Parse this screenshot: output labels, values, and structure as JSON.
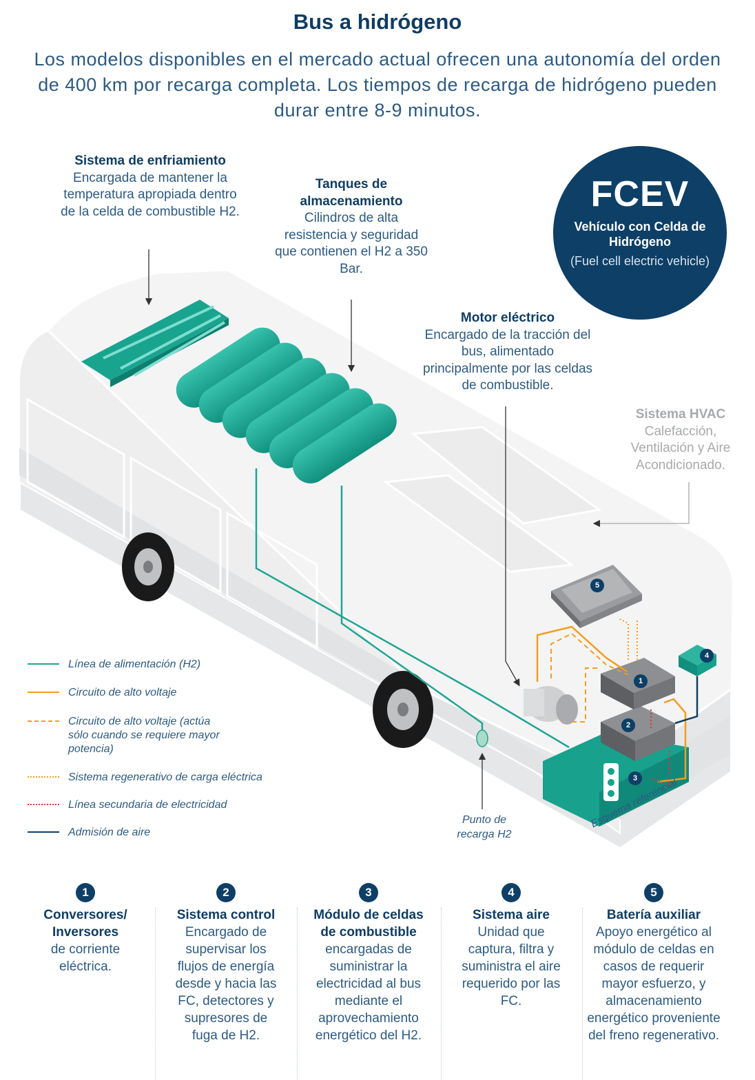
{
  "header": {
    "title": "Bus a hidrógeno",
    "intro": "Los modelos disponibles en el mercado actual ofrecen una autonomía del orden de 400 km por recarga completa. Los tiempos de recarga de hidrógeno pueden durar entre 8-9 minutos."
  },
  "badge": {
    "abbr": "FCEV",
    "name": "Vehículo con Celda de Hidrógeno",
    "english": "(Fuel cell electric vehicle)",
    "color": "#0e3f66"
  },
  "callouts": {
    "cooling": {
      "title": "Sistema de enfriamiento",
      "text": "Encargada de mantener la temperatura apropiada dentro de la celda de combustible H2."
    },
    "tanks": {
      "title": "Tanques de almacenamiento",
      "text": "Cilindros de alta resistencia y seguridad que contienen el H2 a 350 Bar."
    },
    "motor": {
      "title": "Motor eléctrico",
      "text": "Encargado de la tracción del bus, alimentado principalmente por las celdas de combustible."
    },
    "hvac": {
      "title": "Sistema HVAC",
      "text": "Calefacción, Ventilación y Aire Acondicionado."
    },
    "charge_point": "Punto de recarga H2",
    "schema_note": "Esquema referencial"
  },
  "diagram_markers": [
    "1",
    "2",
    "3",
    "4",
    "5"
  ],
  "legend": [
    {
      "label": "Línea de alimentación (H2)",
      "color": "#1fa593",
      "style": "solid"
    },
    {
      "label": "Circuito de alto voltaje",
      "color": "#f39c1f",
      "style": "solid"
    },
    {
      "label": "Circuito de alto voltaje (actúa sólo cuando se requiere mayor potencia)",
      "color": "#f39c1f",
      "style": "dashed"
    },
    {
      "label": "Sistema regenerativo de carga eléctrica",
      "color": "#f39c1f",
      "style": "dotted"
    },
    {
      "label": "Línea secundaria de electricidad",
      "color": "#e0313a",
      "style": "dotted"
    },
    {
      "label": "Admisión de aire",
      "color": "#0e3f66",
      "style": "solid"
    }
  ],
  "components": [
    {
      "num": "1",
      "title": "Conversores/ Inversores",
      "text": "de corriente eléctrica."
    },
    {
      "num": "2",
      "title": "Sistema control",
      "text": "Encargado de supervisar los flujos de energía desde y hacia las FC, detectores y supresores de fuga de H2."
    },
    {
      "num": "3",
      "title": "Módulo de celdas de combustible",
      "text": "encargadas de suministrar la electricidad al bus mediante el aprovechamiento energético del H2."
    },
    {
      "num": "4",
      "title": "Sistema aire",
      "text": "Unidad que captura, filtra y suministra el aire requerido por las FC."
    },
    {
      "num": "5",
      "title": "Batería auxiliar",
      "text": "Apoyo energético al módulo de celdas en casos de requerir mayor esfuerzo, y almacenamiento energético proveniente del freno regenerativo."
    }
  ]
}
